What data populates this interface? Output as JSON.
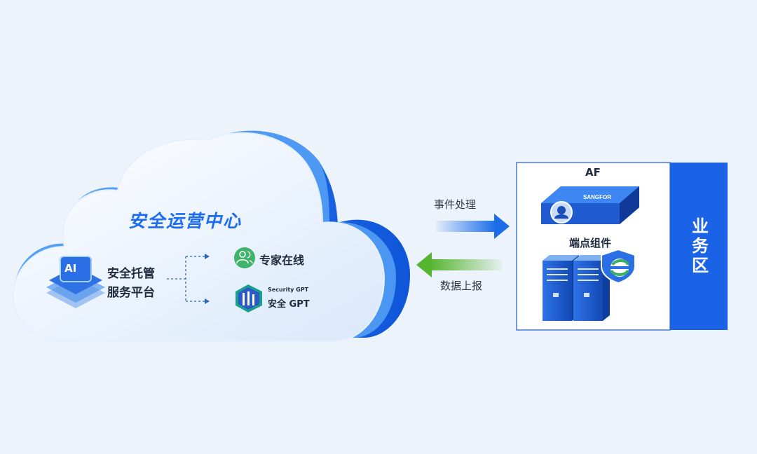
{
  "cloud": {
    "title": "安全运营中心",
    "platform": {
      "line1": "安全托管",
      "line2": "服务平台",
      "badge": "AI"
    },
    "expert": {
      "label": "专家在线",
      "icon": "users-icon"
    },
    "gpt": {
      "small": "Security GPT",
      "main": "安全 GPT",
      "icon": "security-gpt-logo-icon"
    }
  },
  "arrows": {
    "event_handling": "事件处理",
    "data_report": "数据上报",
    "colors": {
      "blue": "#1c6ee8",
      "green": "#56b52f"
    }
  },
  "business_zone": {
    "af_label": "AF",
    "appliance_brand": "SANGFOR",
    "endpoint_label": "端点组件",
    "zone_label": "业务区"
  },
  "colors": {
    "accent_blue": "#1b63e6",
    "background": "#edf3fb"
  }
}
